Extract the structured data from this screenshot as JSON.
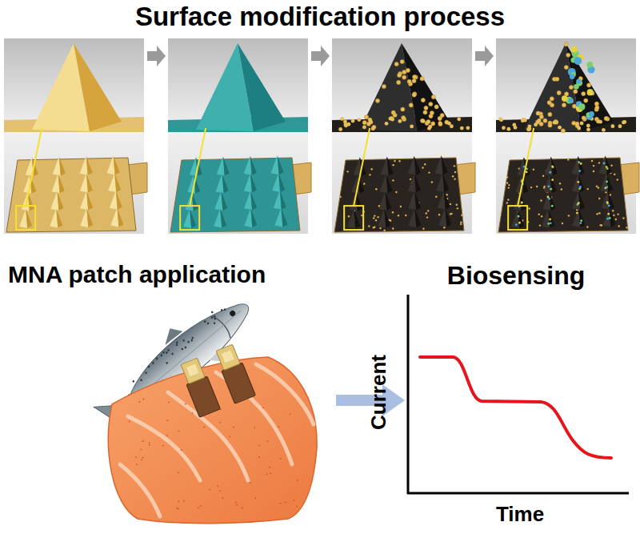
{
  "diagram": {
    "title": "Surface modification process",
    "labels": [
      "MNA patch application",
      "Biosensing",
      "Current",
      "Time"
    ]
  }
}
